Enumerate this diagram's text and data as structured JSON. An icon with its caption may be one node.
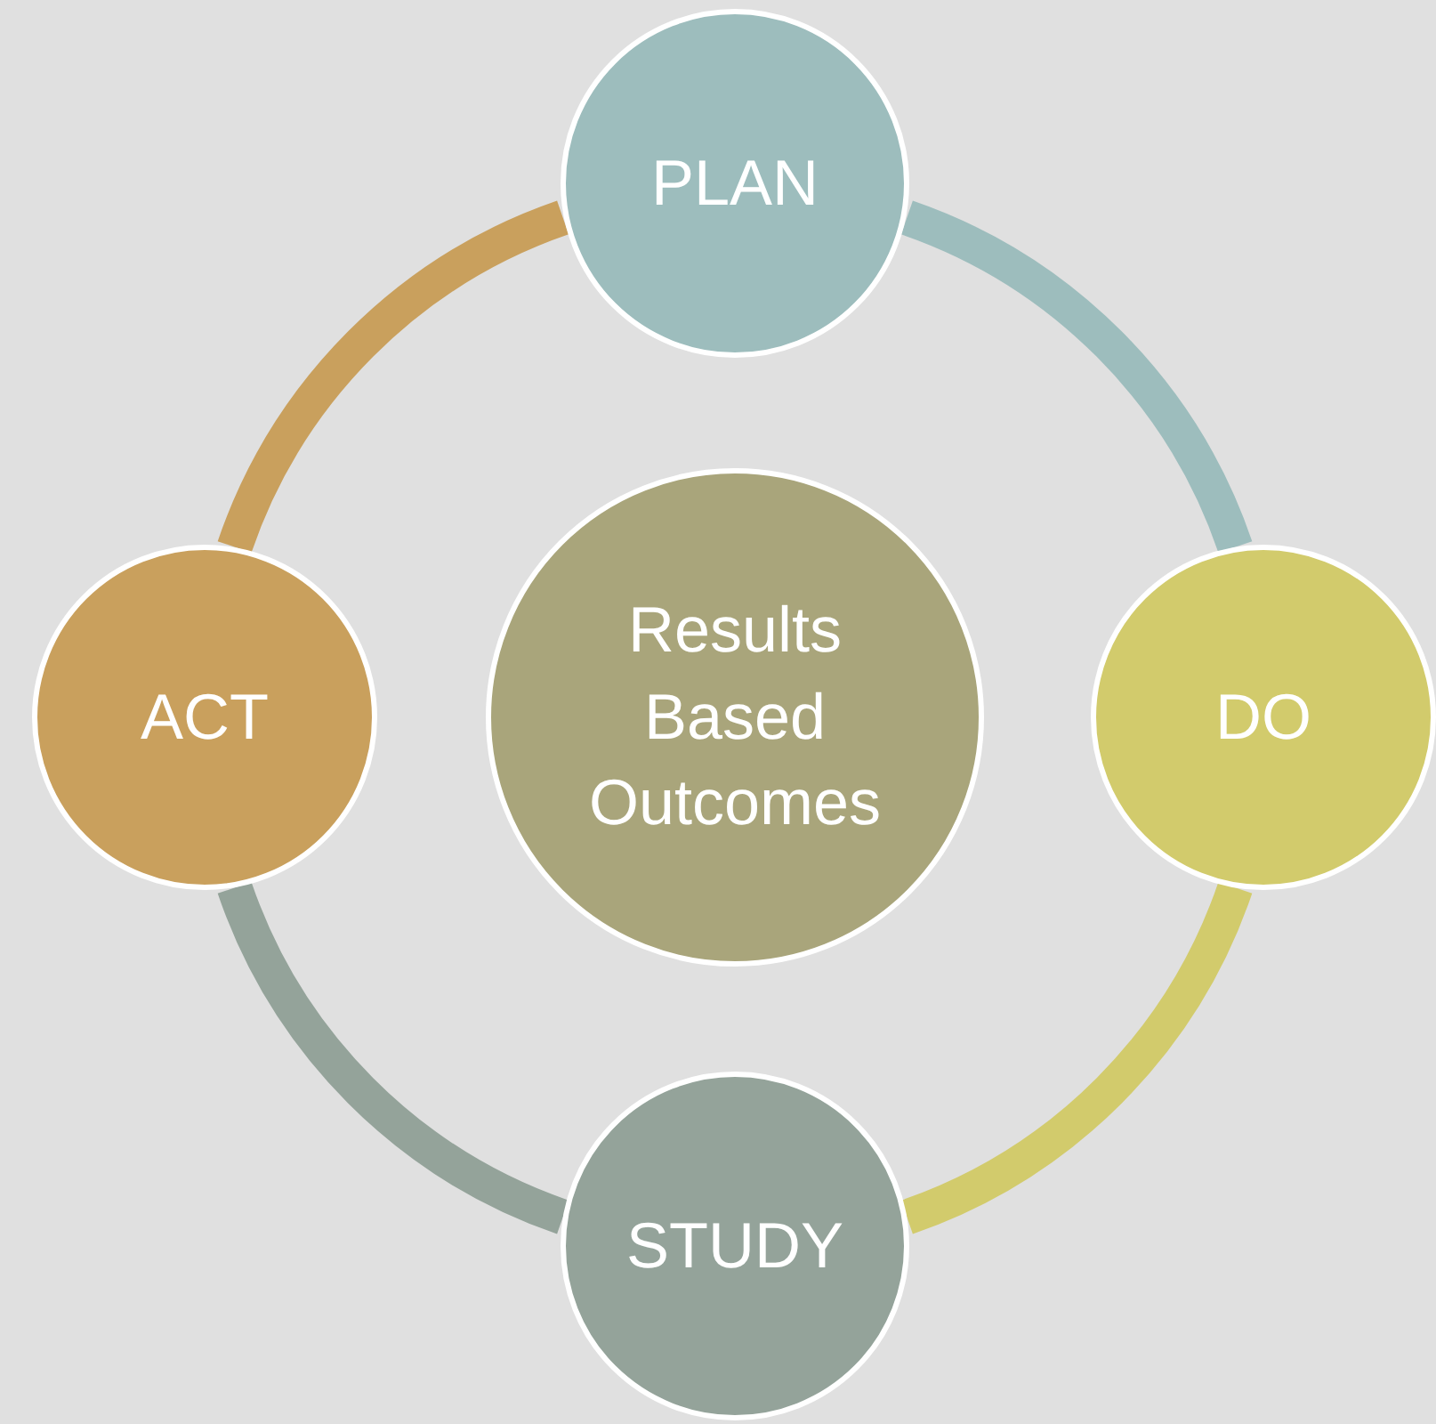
{
  "diagram": {
    "nodes": [
      {
        "text": [
          "PLAN"
        ]
      },
      {
        "text": [
          "ACT"
        ]
      },
      {
        "text": [
          "Results Based Outcomes"
        ]
      },
      {
        "text": [
          "DO"
        ]
      },
      {
        "text": [
          "STUDY"
        ]
      }
    ],
    "edges": [
      {
        "from": 0,
        "to": 3,
        "arrow": "none",
        "color": "#9dbdbd"
      },
      {
        "from": 3,
        "to": 4,
        "arrow": "none",
        "color": "#d2cb6c"
      },
      {
        "from": 4,
        "to": 1,
        "arrow": "none",
        "color": "#94a39a"
      },
      {
        "from": 1,
        "to": 0,
        "arrow": "none",
        "color": "#c9a05d"
      }
    ]
  }
}
